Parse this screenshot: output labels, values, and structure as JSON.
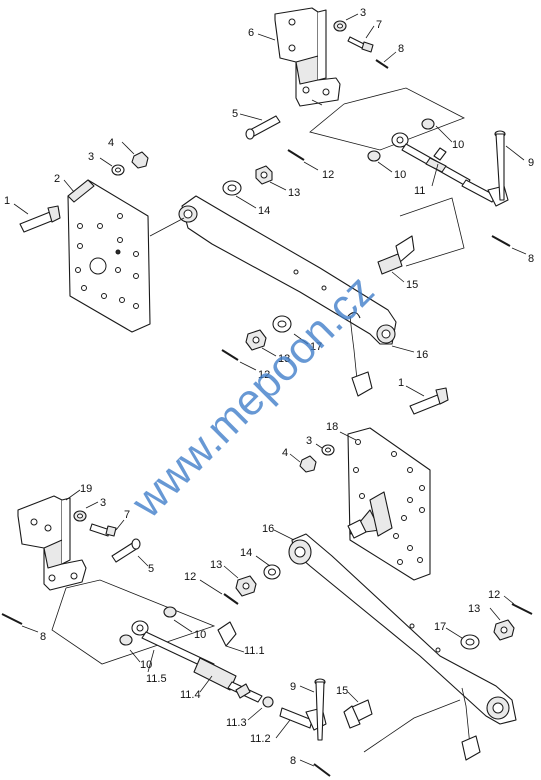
{
  "callouts": {
    "c1_top": "1",
    "c2_top": "2",
    "c3_top_left": "3",
    "c4_top": "4",
    "c5_top": "5",
    "c6": "6",
    "c3_top_right": "3",
    "c7_top": "7",
    "c8_top_a": "8",
    "c10_top_a": "10",
    "c10_top_b": "10",
    "c9_top": "9",
    "c11": "11",
    "c12_top": "12",
    "c13_top": "13",
    "c14_top": "14",
    "c8_top_b": "8",
    "c15_top": "15",
    "c16_top": "16",
    "c17_top": "17",
    "c13_mid": "13",
    "c12_mid": "12",
    "c1_bot": "1",
    "c18": "18",
    "c3_bot_r": "3",
    "c4_bot": "4",
    "c19": "19",
    "c3_bot_l": "3",
    "c7_bot": "7",
    "c5_bot": "5",
    "c16_bot": "16",
    "c14_bot": "14",
    "c13_bot": "13",
    "c12_bot_l": "12",
    "c8_bot_l": "8",
    "c10_bot_a": "10",
    "c11_1": "11.1",
    "c10_bot_b": "10",
    "c11_5": "11.5",
    "c11_4": "11.4",
    "c9_bot": "9",
    "c15_bot": "15",
    "c11_3": "11.3",
    "c11_2": "11.2",
    "c8_bot_r": "8",
    "c12_bot_r": "12",
    "c13_bot_r": "13",
    "c17_bot": "17"
  },
  "watermark": "www.mepoon.cz",
  "colors": {
    "line": "#1a1a1a",
    "watermark": "#3d7cc9",
    "background": "#ffffff"
  }
}
